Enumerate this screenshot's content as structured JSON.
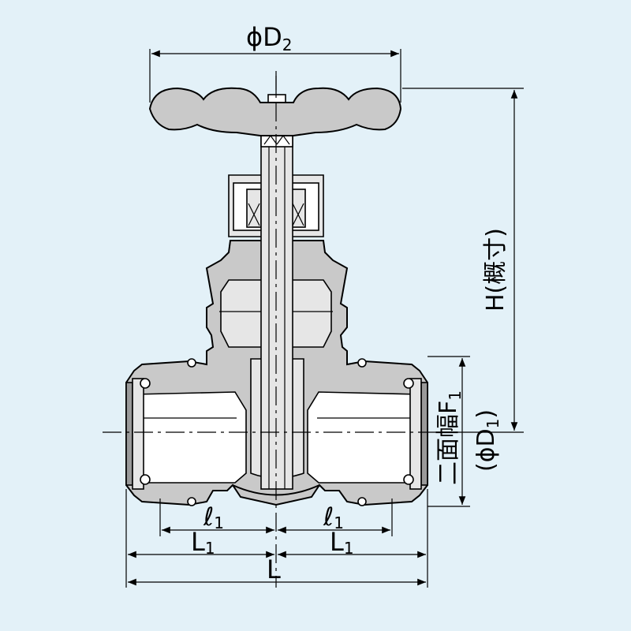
{
  "labels": {
    "d2": {
      "main": "ϕD",
      "sub": "2"
    },
    "h": "H(概寸)",
    "f1": {
      "main": "二面幅F",
      "sub": "1"
    },
    "d1": {
      "open": "(ϕD",
      "sub": "1",
      "close": ")"
    },
    "l_small_left": {
      "main": "ℓ",
      "sub": "1"
    },
    "l_small_right": {
      "main": "ℓ",
      "sub": "1"
    },
    "L1_left": {
      "main": "L",
      "sub": "1"
    },
    "L1_right": {
      "main": "L",
      "sub": "1"
    },
    "L": "L"
  },
  "colors": {
    "background": "#e3f1f8",
    "body": "#c9c9c9",
    "line": "#000000"
  }
}
